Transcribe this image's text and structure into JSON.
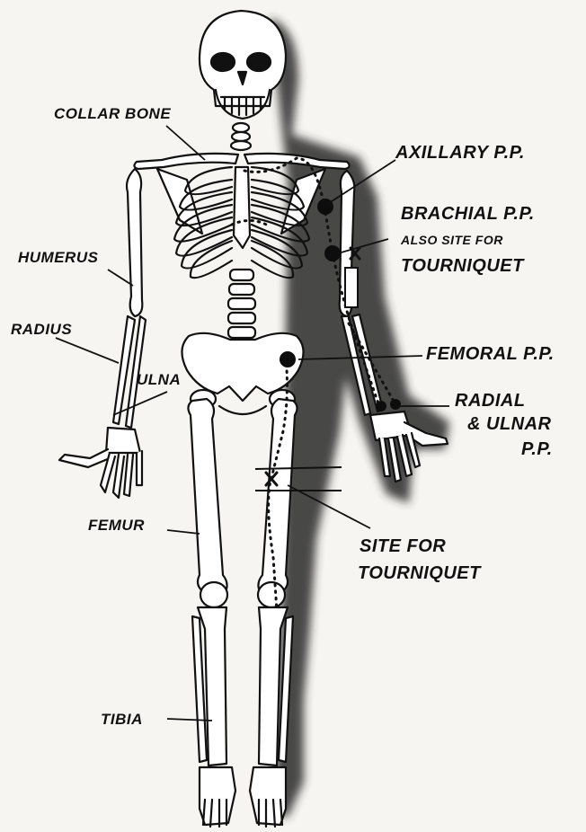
{
  "labels": {
    "collar_bone": "COLLAR BONE",
    "humerus": "HUMERUS",
    "radius": "RADIUS",
    "ulna": "ULNA",
    "femur": "FEMUR",
    "tibia": "TIBIA",
    "axillary": "AXILLARY P.P.",
    "brachial": "BRACHIAL P.P.",
    "also_site_for": "ALSO SITE FOR",
    "tourniquet_arm": "TOURNIQUET",
    "femoral": "FEMORAL P.P.",
    "radial_ulnar_1": "RADIAL",
    "radial_ulnar_2": "& ULNAR",
    "radial_ulnar_3": "P.P.",
    "site_for": "SITE FOR",
    "tourniquet_leg": "TOURNIQUET"
  },
  "colors": {
    "ink": "#111111",
    "paper": "#f7f5f1",
    "shadow": "#2a2a2a",
    "pressure_point": "#0d0d0d"
  }
}
